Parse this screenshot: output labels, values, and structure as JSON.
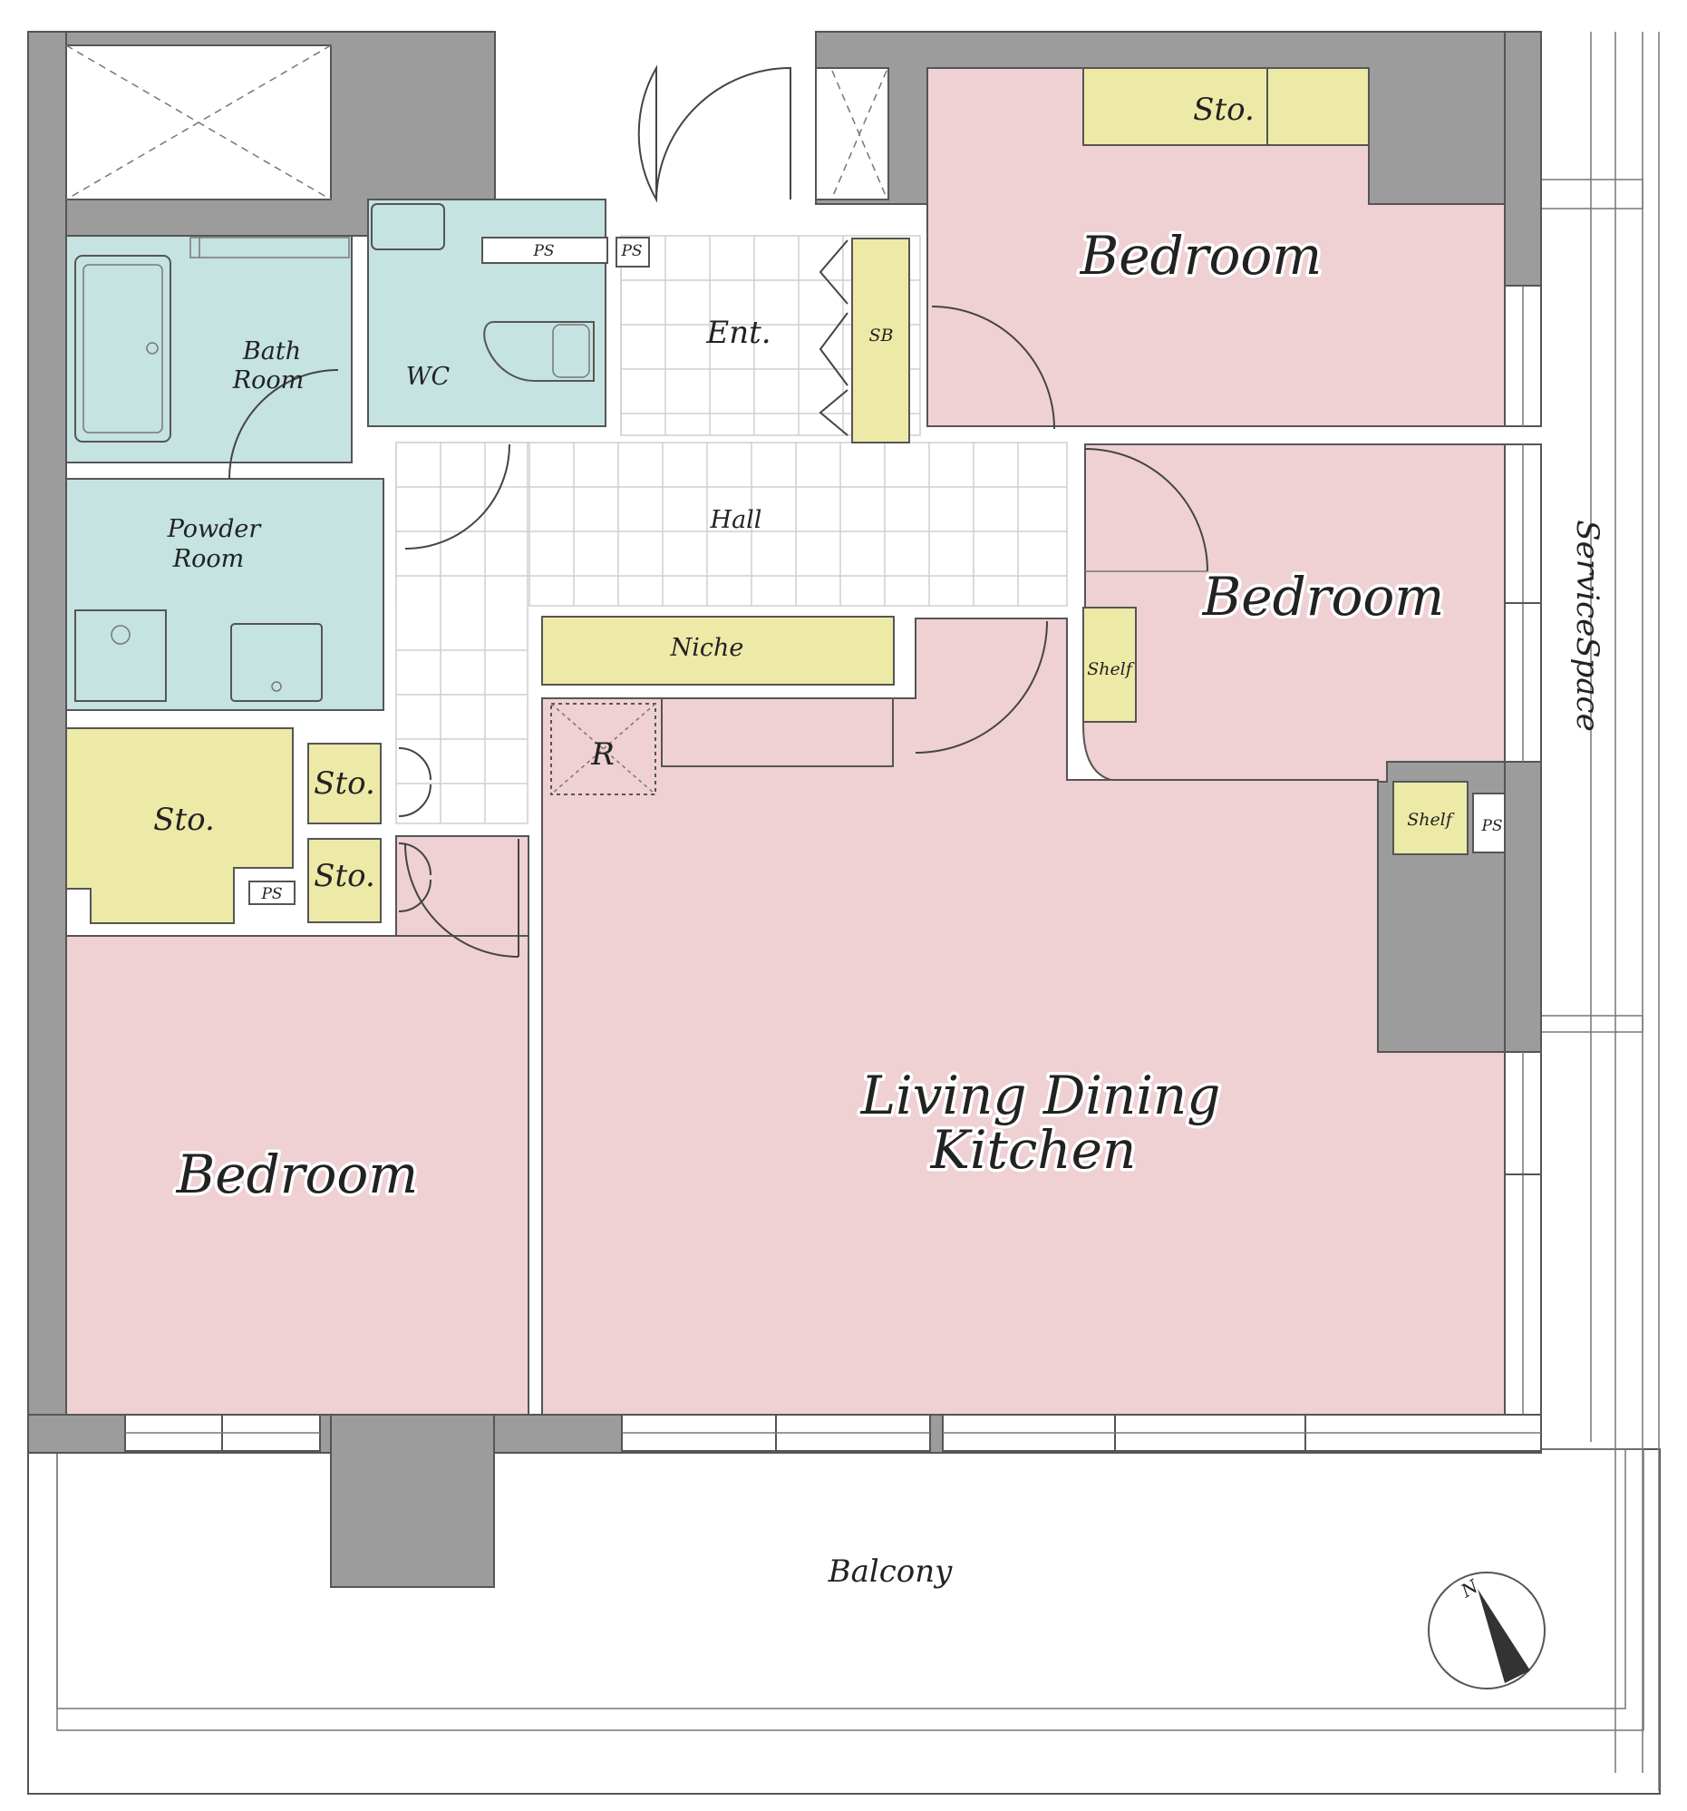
{
  "colors": {
    "wall": "#9c9c9c",
    "room_pink": "#efd0d3",
    "wet_teal": "#c5e3e0",
    "storage_yellow": "#ede9a7",
    "floor_white": "#ffffff",
    "line": "#555555",
    "compass_needle": "#333333"
  },
  "rooms": {
    "bedroom_top": "Bedroom",
    "bedroom_right": "Bedroom",
    "bedroom_left": "Bedroom",
    "ldk_line1": "Living Dining",
    "ldk_line2": "Kitchen",
    "bath_line1": "Bath",
    "bath_line2": "Room",
    "wc": "WC",
    "powder_line1": "Powder",
    "powder_line2": "Room",
    "entrance": "Ent.",
    "hall": "Hall",
    "niche": "Niche",
    "shoe_box": "SB",
    "sto_top": "Sto.",
    "sto_left": "Sto.",
    "sto_small_1": "Sto.",
    "sto_small_2": "Sto.",
    "shelf_right_bedroom": "Shelf",
    "shelf_corner": "Shelf",
    "refrigerator": "R",
    "ps_1": "PS",
    "ps_2": "PS",
    "ps_3": "PS",
    "ps_4": "PS",
    "balcony": "Balcony",
    "service_space": "ServiceSpace"
  },
  "compass": {
    "label": "N",
    "icon": "north-arrow-icon"
  }
}
